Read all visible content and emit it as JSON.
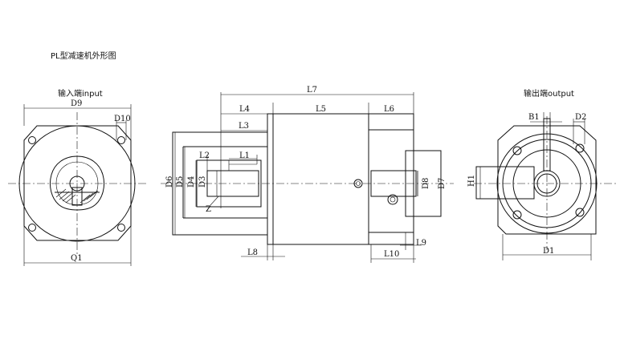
{
  "drawing": {
    "title": "PL型减速机外形图",
    "input_view_label": "输入端input",
    "output_view_label": "输出端output"
  },
  "dimensions": {
    "D9": "D9",
    "D10": "D10",
    "Q1": "Q1",
    "L7": "L7",
    "L4": "L4",
    "L5": "L5",
    "L6": "L6",
    "L3": "L3",
    "L2": "L2",
    "L1": "L1",
    "D6": "D6",
    "D5": "D5",
    "D4": "D4",
    "D3": "D3",
    "Z": "Z",
    "L8": "L8",
    "D8": "D8",
    "D7": "D7",
    "L9": "L9",
    "L10": "L10",
    "B1": "B1",
    "D2": "D2",
    "H1": "H1",
    "D1": "D1"
  }
}
